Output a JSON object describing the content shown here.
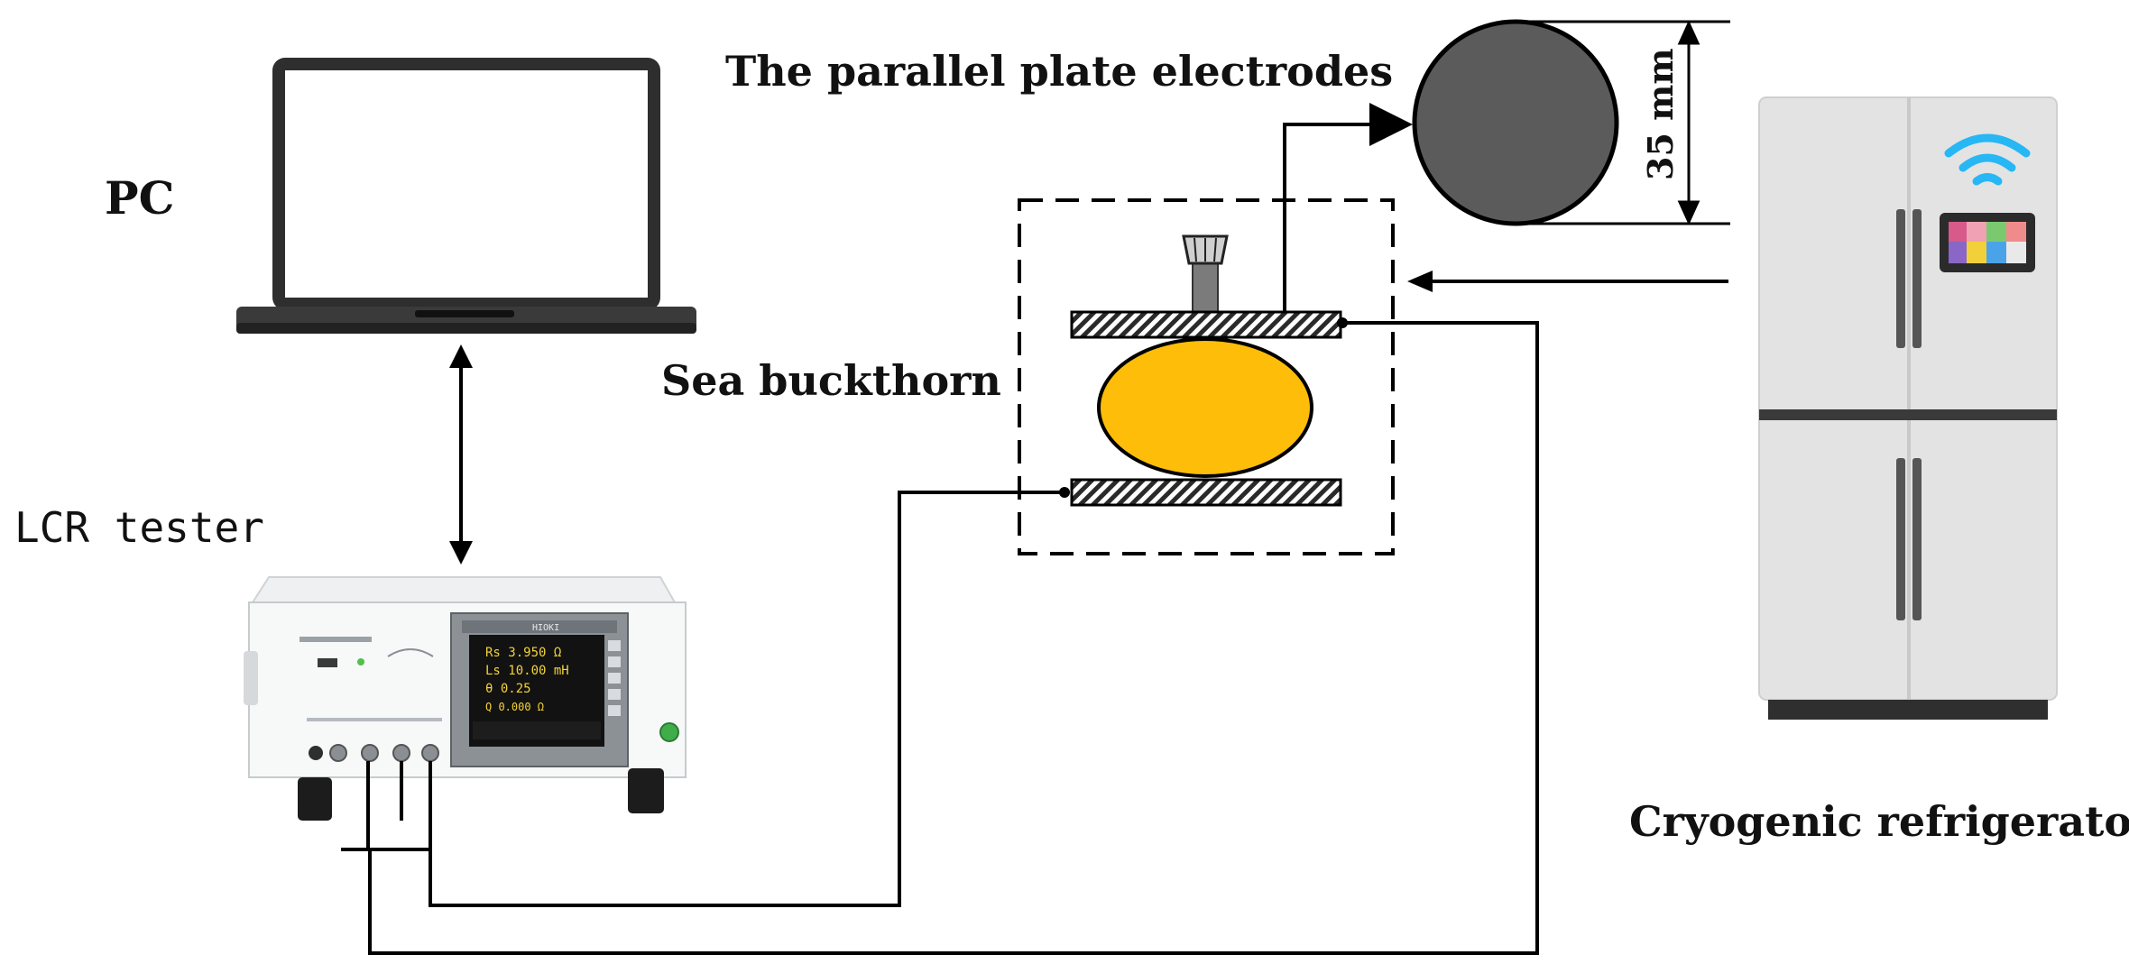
{
  "labels": {
    "pc": "PC",
    "lcr": "LCR tester",
    "electrodes": "The parallel plate electrodes",
    "sample": "Sea buckthorn",
    "fridge": "Cryogenic refrigerator",
    "dimension": "35 mm"
  },
  "lcr_screen": {
    "line1": "Rs 3.950 Ω",
    "line2": "Ls 10.00 mH",
    "line3": "θ 0.25",
    "line4": "Q 0.000 Ω",
    "brand": "HIOKI"
  },
  "colors": {
    "sample": "#fdbd08",
    "electrode_disc": "#5b5b5b",
    "fridge_body": "#e3e3e3",
    "wifi": "#27b7f4"
  }
}
